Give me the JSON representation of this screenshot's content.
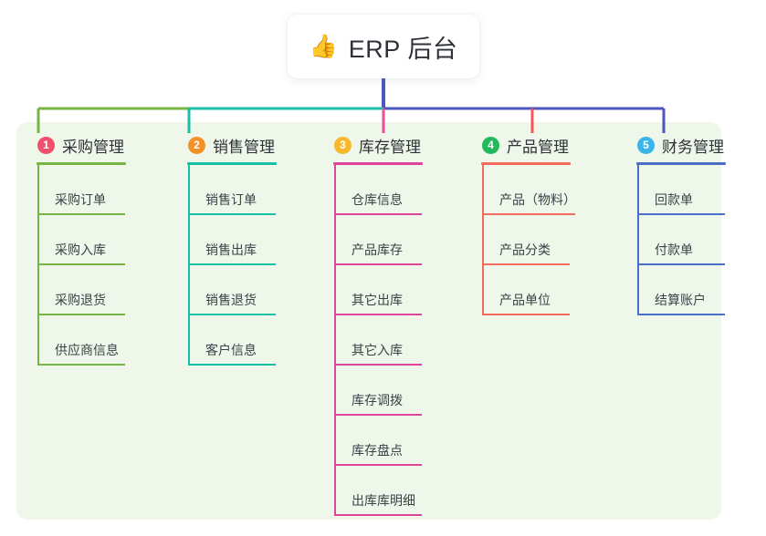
{
  "diagram": {
    "type": "mindmap-tree",
    "root": {
      "icon": "thumbs-up-emoji",
      "emoji": "👍",
      "title": "ERP 后台"
    },
    "panel_color": "#eef7e9",
    "background_color": "#ffffff",
    "root_connector_color": "#4c56c0",
    "trunk_segments": [
      {
        "color": "#76b443"
      },
      {
        "color": "#16c0a5"
      },
      {
        "color": "#4c56c0"
      }
    ],
    "branches": [
      {
        "number": "1",
        "title": "采购管理",
        "badge_color": "#f0506e",
        "line_color": "#76b443",
        "drop_color": "#76b443",
        "items": [
          {
            "label": "采购订单"
          },
          {
            "label": "采购入库"
          },
          {
            "label": "采购退货"
          },
          {
            "label": "供应商信息"
          }
        ]
      },
      {
        "number": "2",
        "title": "销售管理",
        "badge_color": "#f2902a",
        "line_color": "#16c0a5",
        "drop_color": "#16c0a5",
        "items": [
          {
            "label": "销售订单"
          },
          {
            "label": "销售出库"
          },
          {
            "label": "销售退货"
          },
          {
            "label": "客户信息"
          }
        ]
      },
      {
        "number": "3",
        "title": "库存管理",
        "badge_color": "#f5b82e",
        "line_color": "#e0459b",
        "drop_color": "#ee4e9b",
        "items": [
          {
            "label": "仓库信息"
          },
          {
            "label": "产品库存"
          },
          {
            "label": "其它出库"
          },
          {
            "label": "其它入库"
          },
          {
            "label": "库存调拨"
          },
          {
            "label": "库存盘点"
          },
          {
            "label": "出库库明细"
          }
        ]
      },
      {
        "number": "4",
        "title": "产品管理",
        "badge_color": "#24b85c",
        "line_color": "#f46b5d",
        "drop_color": "#f4565a",
        "items": [
          {
            "label": "产品（物料）"
          },
          {
            "label": "产品分类"
          },
          {
            "label": "产品单位"
          }
        ]
      },
      {
        "number": "5",
        "title": "财务管理",
        "badge_color": "#39b5e8",
        "line_color": "#4a6fc4",
        "drop_color": "#4c56c0",
        "items": [
          {
            "label": "回款单"
          },
          {
            "label": "付款单"
          },
          {
            "label": "结算账户"
          }
        ]
      }
    ]
  }
}
